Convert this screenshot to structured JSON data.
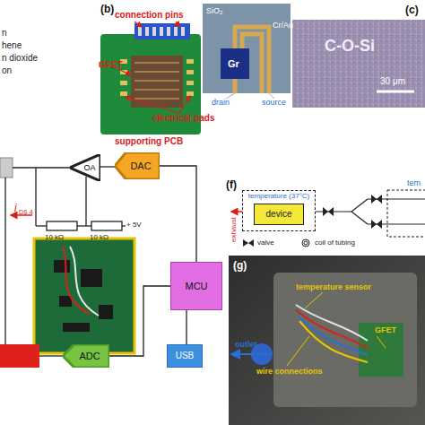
{
  "diagram": {
    "nodes": [
      {
        "text": [
          "OA"
        ]
      },
      {
        "text": [
          "DAC"
        ]
      },
      {
        "text": [
          "temperature (37°C)"
        ]
      },
      {
        "text": [
          "device"
        ],
        "in": 2
      },
      {
        "text": [
          "MCU"
        ]
      },
      {
        "text": [
          "ADC"
        ]
      },
      {
        "text": [
          "USB"
        ]
      }
    ],
    "edges": [
      {
        "from": 1,
        "to": 0,
        "arrow": "none"
      },
      {
        "from": 4,
        "to": 1,
        "arrow": "none"
      },
      {
        "from": 5,
        "to": 4,
        "arrow": "none"
      },
      {
        "from": 6,
        "to": 4,
        "arrow": "none"
      }
    ],
    "labels": [
      "n",
      "hene",
      "n dioxide",
      "on",
      "(b)",
      "connection pins",
      "GFET",
      "electrical pads",
      "supporting PCB",
      "SiO₂",
      "Cr/Au",
      "Gr",
      "drain",
      "source",
      "(c)",
      "C-O-Si",
      "30 μm",
      "i",
      "DS 4",
      "10 kΩ",
      "10 kΩ",
      "+ 5V",
      "(f)",
      "exhaust",
      "tem",
      "(g)",
      "outlet",
      "temperature sensor",
      "wire connections",
      "GFET"
    ],
    "legend": [
      {
        "text": "valve"
      },
      {
        "text": "coil of tubing"
      }
    ]
  }
}
